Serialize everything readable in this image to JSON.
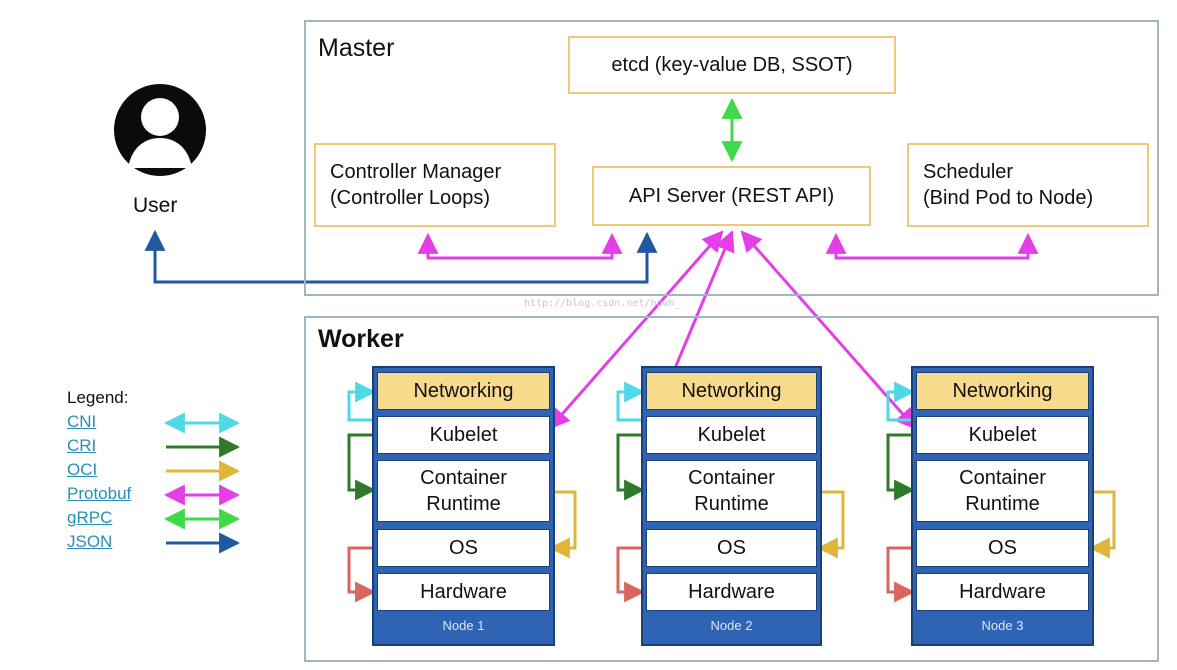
{
  "master": {
    "title": "Master",
    "etcd": "etcd (key-value DB, SSOT)",
    "controller_manager": [
      "Controller Manager",
      "(Controller Loops)"
    ],
    "api_server": "API Server (REST API)",
    "scheduler": [
      "Scheduler",
      "(Bind Pod to Node)"
    ]
  },
  "user": {
    "label": "User"
  },
  "worker": {
    "title": "Worker",
    "nodes": [
      {
        "label": "Node 1"
      },
      {
        "label": "Node 2"
      },
      {
        "label": "Node 3"
      }
    ],
    "layers": {
      "networking": "Networking",
      "kubelet": "Kubelet",
      "runtime": [
        "Container",
        "Runtime"
      ],
      "os": "OS",
      "hardware": "Hardware"
    }
  },
  "legend": {
    "title": "Legend:",
    "items": [
      {
        "label": "CNI",
        "color": "#4fd8e6"
      },
      {
        "label": "CRI",
        "color": "#2f7a2a"
      },
      {
        "label": "OCI",
        "color": "#e0b53a"
      },
      {
        "label": "Protobuf",
        "color": "#e43fe6"
      },
      {
        "label": "gRPC",
        "color": "#3fd94a"
      },
      {
        "label": "JSON",
        "color": "#1f5aa0"
      }
    ]
  },
  "watermark": "http://blog.csdn.net/huwh_"
}
